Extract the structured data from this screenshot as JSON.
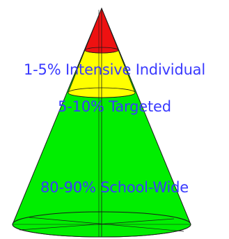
{
  "diagram": {
    "tiers": [
      {
        "id": "intensive",
        "label": "1-5% Intensive Individual",
        "fill": "#ee1111"
      },
      {
        "id": "targeted",
        "label": "5-10% Targeted",
        "fill": "#ffff00"
      },
      {
        "id": "school",
        "label": "80-90% School-Wide",
        "fill": "#00ee00"
      }
    ],
    "label_color": "#3a3aff",
    "outline_color": "#1a1a1a"
  }
}
